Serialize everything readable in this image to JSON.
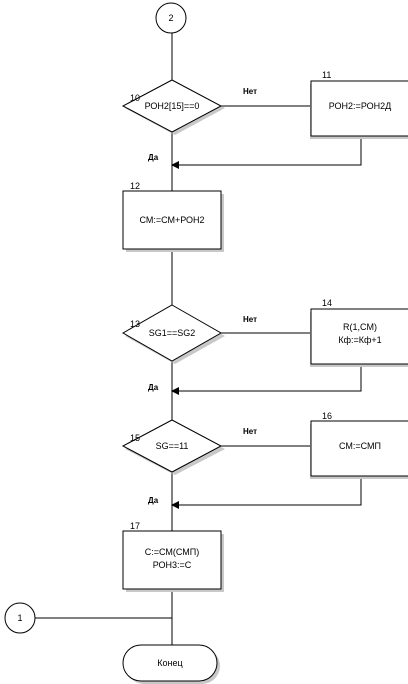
{
  "connectors": {
    "top": "2",
    "left": "1"
  },
  "decisions": [
    {
      "id": "10",
      "condition": "РОН2[15]==0",
      "no_label": "Нет",
      "yes_label": "Да"
    },
    {
      "id": "13",
      "condition": "SG1==SG2",
      "no_label": "Нет",
      "yes_label": "Да"
    },
    {
      "id": "15",
      "condition": "SG==11",
      "no_label": "Нет",
      "yes_label": "Да"
    }
  ],
  "processes": [
    {
      "id": "11",
      "lines": [
        "РОН2:=РОН2Д"
      ]
    },
    {
      "id": "12",
      "lines": [
        "СМ:=СМ+РОН2"
      ]
    },
    {
      "id": "14",
      "lines": [
        "R(1,CM)",
        "Кф:=Кф+1"
      ]
    },
    {
      "id": "16",
      "lines": [
        "СМ:=СМП"
      ]
    },
    {
      "id": "17",
      "lines": [
        "С:=СМ(СМП)",
        "РОН3:=С"
      ]
    }
  ],
  "terminator": {
    "label": "Конец"
  }
}
